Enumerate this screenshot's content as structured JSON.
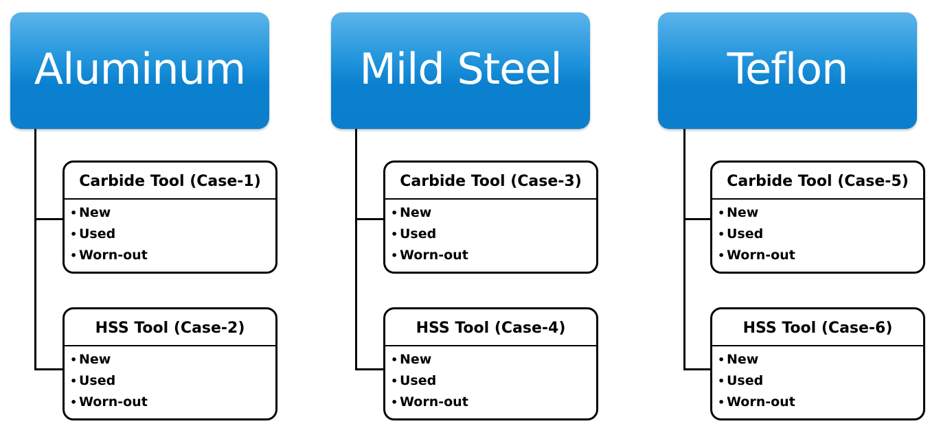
{
  "materials": [
    {
      "name": "Aluminum",
      "tools": [
        {
          "label": "Carbide Tool (Case-1)",
          "states": [
            "New",
            "Used",
            "Worn-out"
          ]
        },
        {
          "label": "HSS Tool (Case-2)",
          "states": [
            "New",
            "Used",
            "Worn-out"
          ]
        }
      ]
    },
    {
      "name": "Mild Steel",
      "tools": [
        {
          "label": "Carbide Tool (Case-3)",
          "states": [
            "New",
            "Used",
            "Worn-out"
          ]
        },
        {
          "label": "HSS Tool (Case-4)",
          "states": [
            "New",
            "Used",
            "Worn-out"
          ]
        }
      ]
    },
    {
      "name": "Teflon",
      "tools": [
        {
          "label": "Carbide Tool (Case-5)",
          "states": [
            "New",
            "Used",
            "Worn-out"
          ]
        },
        {
          "label": "HSS Tool (Case-6)",
          "states": [
            "New",
            "Used",
            "Worn-out"
          ]
        }
      ]
    }
  ],
  "colors": {
    "header_gradient_top": "#5cb4ea",
    "header_gradient_bottom": "#0b7fcc",
    "header_text": "#ffffff",
    "box_border": "#000000"
  }
}
